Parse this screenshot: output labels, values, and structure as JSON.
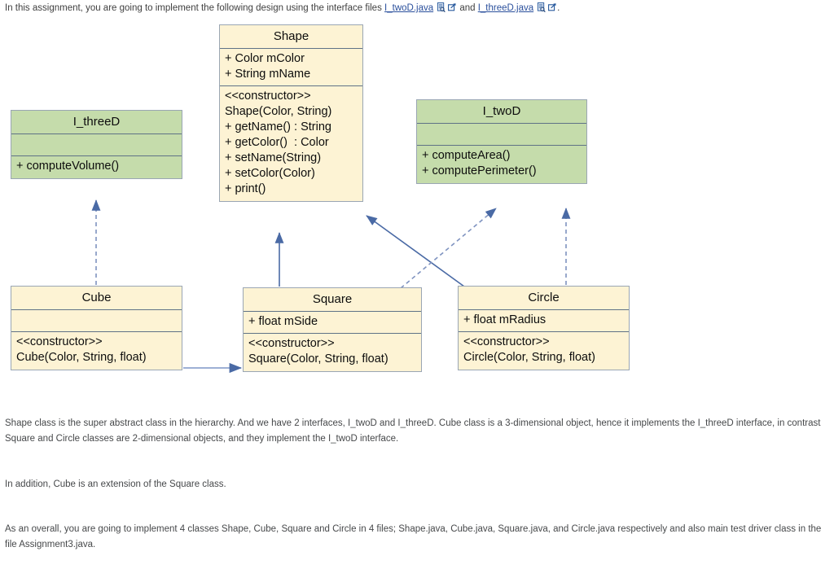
{
  "intro": {
    "text_before": "In this assignment, you are going to implement the following design using the interface files",
    "link_1": "I_twoD.java",
    "text_middle": "and",
    "link_2": "I_threeD.java",
    "text_after": ".",
    "icon_1": "file-document-icon",
    "icon_2": "external-link-icon",
    "icon_3": "file-document-icon",
    "icon_4": "external-link-icon"
  },
  "colors": {
    "class_fill": "#fdf3d4",
    "interface_fill": "#c5dcab",
    "box_border": "#9aa6b4",
    "section_divider": "#5f7286",
    "edge": "#4a6aa5",
    "link_text": "#2a4f9c",
    "body_text": "#46484a"
  },
  "diagram": {
    "boxes": [
      {
        "id": "shape",
        "name": "Shape",
        "kind": "class",
        "title": "Shape",
        "attributes": [
          "+ Color mColor",
          "+ String mName"
        ],
        "operations": [
          "<<constructor>>",
          "Shape(Color, String)",
          "+ getName() : String",
          "+ getColor()  : Color",
          "+ setName(String)",
          "+ setColor(Color)",
          "+ print()"
        ]
      },
      {
        "id": "ithreed",
        "name": "I_threeD",
        "kind": "interface",
        "title": "I_threeD",
        "attributes": [],
        "operations": [
          "+ computeVolume()"
        ]
      },
      {
        "id": "itwod",
        "name": "I_twoD",
        "kind": "interface",
        "title": "I_twoD",
        "attributes": [],
        "operations": [
          "+ computeArea()",
          "+ computePerimeter()"
        ]
      },
      {
        "id": "cube",
        "name": "Cube",
        "kind": "class",
        "title": "Cube",
        "attributes": [],
        "operations": [
          "<<constructor>>",
          "Cube(Color, String, float)"
        ]
      },
      {
        "id": "square",
        "name": "Square",
        "kind": "class",
        "title": "Square",
        "attributes": [
          "+ float mSide"
        ],
        "operations": [
          "<<constructor>>",
          "Square(Color, String, float)"
        ]
      },
      {
        "id": "circle",
        "name": "Circle",
        "kind": "class",
        "title": "Circle",
        "attributes": [
          "+ float mRadius"
        ],
        "operations": [
          "<<constructor>>",
          "Circle(Color, String, float)"
        ]
      }
    ],
    "edges": [
      {
        "from": "Cube",
        "to": "I_threeD",
        "style": "dashed",
        "kind": "realization"
      },
      {
        "from": "Square",
        "to": "Shape",
        "style": "solid",
        "kind": "generalization"
      },
      {
        "from": "Circle",
        "to": "Shape",
        "style": "solid",
        "kind": "generalization"
      },
      {
        "from": "Square",
        "to": "I_twoD",
        "style": "dashed",
        "kind": "realization"
      },
      {
        "from": "Circle",
        "to": "I_twoD",
        "style": "dashed",
        "kind": "realization"
      },
      {
        "from": "Cube",
        "to": "Square",
        "style": "solid",
        "kind": "association"
      }
    ]
  },
  "paragraphs": {
    "p1": "Shape class is the super abstract class in the hierarchy. And we have 2 interfaces, I_twoD and I_threeD. Cube class is a 3-dimensional object, hence it implements the I_threeD interface, in contrast Square and Circle classes are 2-dimensional objects, and they implement the I_twoD interface.",
    "p2": "In addition, Cube is an extension of the Square class.",
    "p3": "As an overall, you are going to implement 4 classes Shape, Cube, Square and Circle in 4  files; Shape.java, Cube.java, Square.java, and Circle.java respectively and also main test driver class in the file Assignment3.java."
  }
}
